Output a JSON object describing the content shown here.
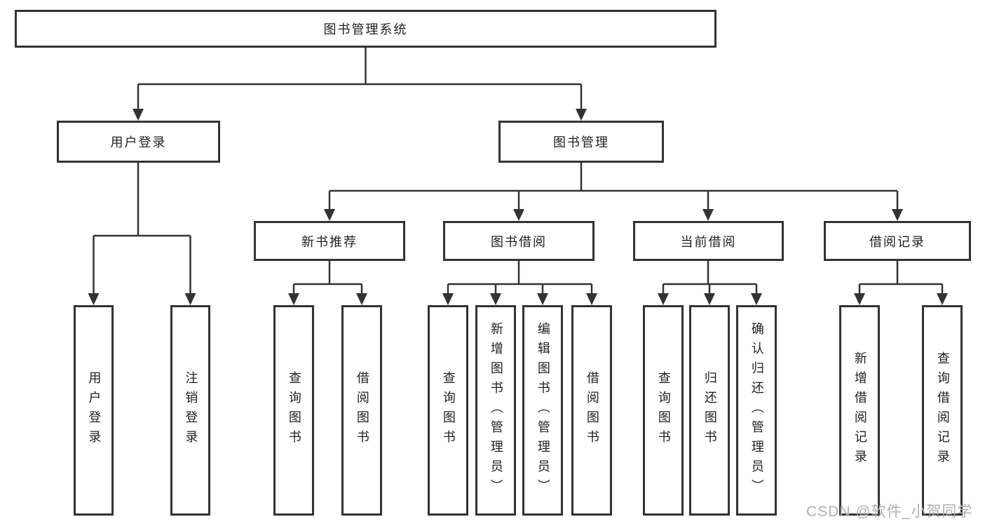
{
  "diagram": {
    "root": {
      "label": "图书管理系统",
      "children": [
        {
          "label": "用户登录",
          "children": [
            {
              "label": "用户登录"
            },
            {
              "label": "注销登录"
            }
          ]
        },
        {
          "label": "图书管理",
          "children": [
            {
              "label": "新书推荐",
              "children": [
                {
                  "label": "查询图书"
                },
                {
                  "label": "借阅图书"
                }
              ]
            },
            {
              "label": "图书借阅",
              "children": [
                {
                  "label": "查询图书"
                },
                {
                  "label": "新增图书（管理员）"
                },
                {
                  "label": "编辑图书（管理员）"
                },
                {
                  "label": "借阅图书"
                }
              ]
            },
            {
              "label": "当前借阅",
              "children": [
                {
                  "label": "查询图书"
                },
                {
                  "label": "归还图书"
                },
                {
                  "label": "确认归还（管理员）"
                }
              ]
            },
            {
              "label": "借阅记录",
              "children": [
                {
                  "label": "新增借阅记录"
                },
                {
                  "label": "查询借阅记录"
                }
              ]
            }
          ]
        }
      ]
    }
  },
  "watermark": "CSDN @软件_小贺同学",
  "colors": {
    "line": "#333333",
    "text": "#222222",
    "background": "#ffffff",
    "watermark": "#b0b0b0"
  }
}
